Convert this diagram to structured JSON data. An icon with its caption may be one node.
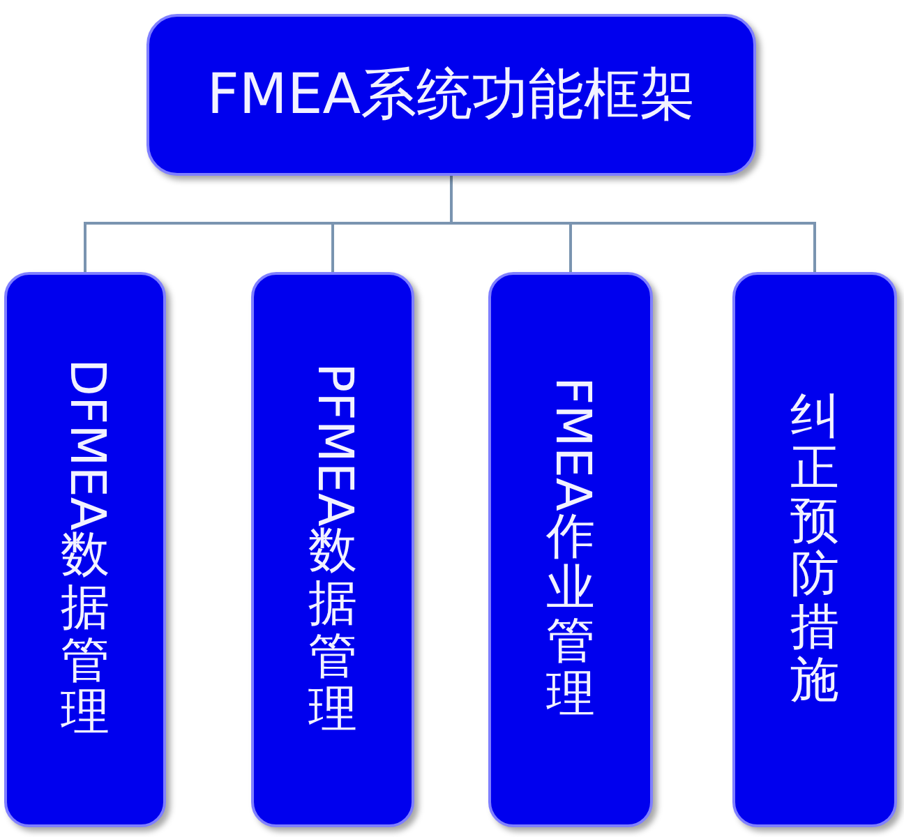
{
  "diagram": {
    "nodes": [
      {
        "text": [
          "FMEA系统功能框架"
        ]
      },
      {
        "text": [
          "DFMEA数据管理"
        ]
      },
      {
        "text": [
          "PFMEA数据管理"
        ]
      },
      {
        "text": [
          "FMEA作业管理"
        ]
      },
      {
        "text": [
          "纠正预防措施"
        ]
      }
    ],
    "edges": [
      {
        "from": 0,
        "to": 1,
        "arrow": "none"
      },
      {
        "from": 0,
        "to": 2,
        "arrow": "none"
      },
      {
        "from": 0,
        "to": 3,
        "arrow": "none"
      },
      {
        "from": 0,
        "to": 4,
        "arrow": "none"
      }
    ]
  }
}
